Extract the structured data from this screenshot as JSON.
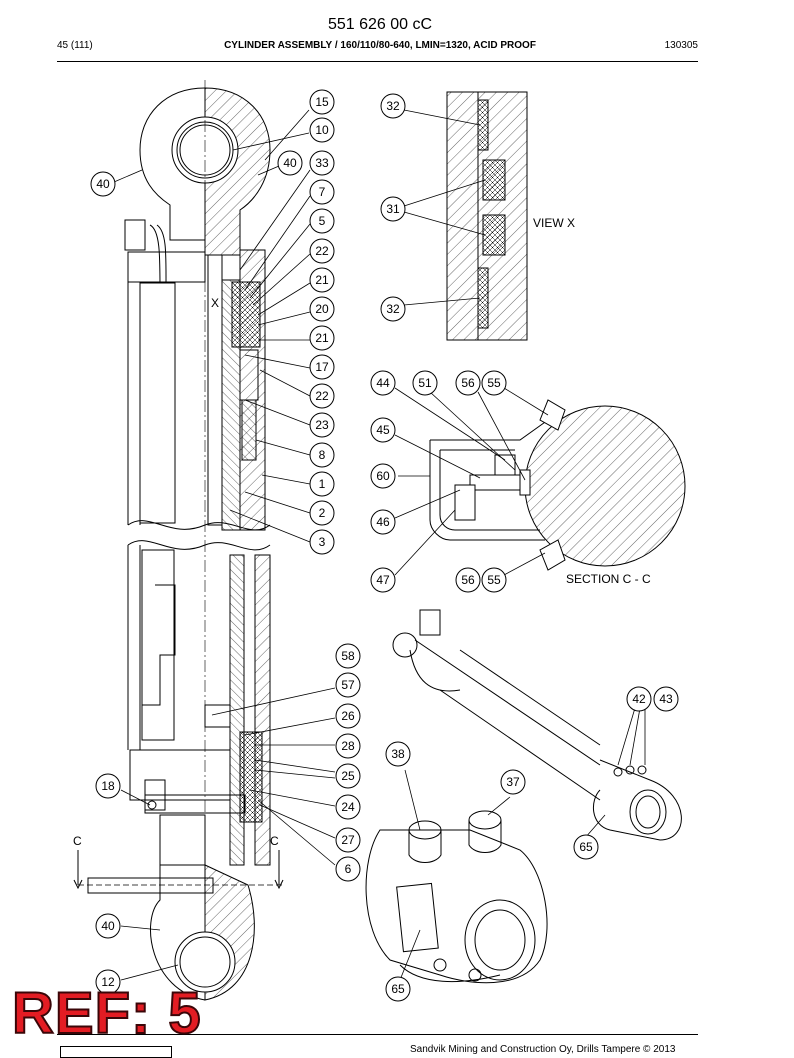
{
  "header": {
    "doc_number": "551 626 00 cC",
    "page": "45 (111)",
    "title": "CYLINDER ASSEMBLY / 160/110/80-640, LMIN=1320, ACID PROOF",
    "date_code": "130305"
  },
  "labels": {
    "view_x": "VIEW  X",
    "section_cc": "SECTION C - C",
    "section_marker_left": "C",
    "section_marker_right": "C",
    "detail_marker": "X"
  },
  "callouts": [
    {
      "n": "15"
    },
    {
      "n": "10"
    },
    {
      "n": "40"
    },
    {
      "n": "33"
    },
    {
      "n": "40"
    },
    {
      "n": "7"
    },
    {
      "n": "5"
    },
    {
      "n": "22"
    },
    {
      "n": "21"
    },
    {
      "n": "20"
    },
    {
      "n": "21"
    },
    {
      "n": "17"
    },
    {
      "n": "22"
    },
    {
      "n": "23"
    },
    {
      "n": "8"
    },
    {
      "n": "1"
    },
    {
      "n": "2"
    },
    {
      "n": "3"
    },
    {
      "n": "32"
    },
    {
      "n": "31"
    },
    {
      "n": "32"
    },
    {
      "n": "44"
    },
    {
      "n": "51"
    },
    {
      "n": "56"
    },
    {
      "n": "55"
    },
    {
      "n": "45"
    },
    {
      "n": "60"
    },
    {
      "n": "46"
    },
    {
      "n": "47"
    },
    {
      "n": "56"
    },
    {
      "n": "55"
    },
    {
      "n": "58"
    },
    {
      "n": "57"
    },
    {
      "n": "26"
    },
    {
      "n": "28"
    },
    {
      "n": "25"
    },
    {
      "n": "24"
    },
    {
      "n": "27"
    },
    {
      "n": "6"
    },
    {
      "n": "18"
    },
    {
      "n": "40"
    },
    {
      "n": "12"
    },
    {
      "n": "38"
    },
    {
      "n": "37"
    },
    {
      "n": "42"
    },
    {
      "n": "43"
    },
    {
      "n": "65"
    },
    {
      "n": "65"
    }
  ],
  "ref_stamp": "REF: 5",
  "footer": {
    "copyright": "Sandvik Mining and Construction Oy, Drills Tampere © 2013"
  }
}
